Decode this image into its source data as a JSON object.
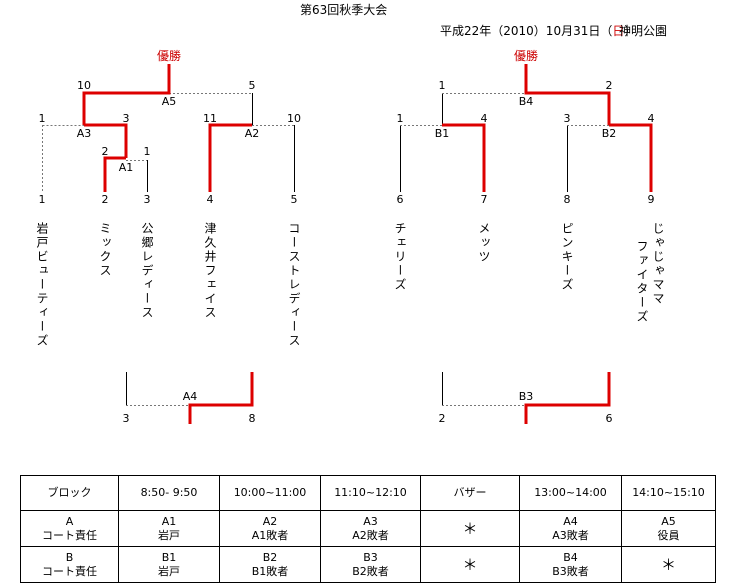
{
  "header": {
    "title": "第63回秋季大会",
    "date_prefix": "平成22年（2010）10月31日（",
    "date_day": "日",
    "date_suffix": "）",
    "venue": "神明公園"
  },
  "colors": {
    "winner_line": "#dd0000",
    "line": "#000000",
    "dashed": "#777777"
  },
  "bracket_a": {
    "champion_label": "優勝",
    "final": {
      "label": "A5",
      "left_score": "10",
      "right_score": "5"
    },
    "semi_left": {
      "label": "A3",
      "left_score": "1",
      "right_score": "3"
    },
    "semi_right": {
      "label": "A2",
      "left_score": "11",
      "right_score": "10"
    },
    "first": {
      "label": "A1",
      "left_score": "2",
      "right_score": "1"
    },
    "teams": [
      {
        "seed": "1",
        "name": "岩戸ビューティーズ"
      },
      {
        "seed": "2",
        "name": "ミックス"
      },
      {
        "seed": "3",
        "name": "公郷レディース"
      },
      {
        "seed": "4",
        "name": "津久井フェイス"
      },
      {
        "seed": "5",
        "name": "コーストレディース"
      }
    ],
    "third": {
      "label": "A4",
      "left_score": "3",
      "right_score": "8"
    }
  },
  "bracket_b": {
    "champion_label": "優勝",
    "final": {
      "label": "B4",
      "left_score": "1",
      "right_score": "2"
    },
    "semi_left": {
      "label": "B1",
      "left_score": "1",
      "right_score": "4"
    },
    "semi_right": {
      "label": "B2",
      "left_score": "3",
      "right_score": "4"
    },
    "teams": [
      {
        "seed": "6",
        "name": "チェリーズ"
      },
      {
        "seed": "7",
        "name": "メッツ"
      },
      {
        "seed": "8",
        "name": "ピンキーズ"
      },
      {
        "seed": "9",
        "name_line1": "じゃじゃママ",
        "name_line2": "ファイターズ"
      }
    ],
    "third": {
      "label": "B3",
      "left_score": "2",
      "right_score": "6"
    }
  },
  "schedule": {
    "headers": [
      "ブロック",
      "8:50- 9:50",
      "10:00~11:00",
      "11:10~12:10",
      "バザー",
      "13:00~14:00",
      "14:10~15:10"
    ],
    "rows": [
      [
        {
          "l1": "A",
          "l2": "コート責任"
        },
        {
          "l1": "A1",
          "l2": "岩戸"
        },
        {
          "l1": "A2",
          "l2": "A1敗者"
        },
        {
          "l1": "A3",
          "l2": "A2敗者"
        },
        {
          "l1": "＊",
          "l2": ""
        },
        {
          "l1": "A4",
          "l2": "A3敗者"
        },
        {
          "l1": "A5",
          "l2": "役員"
        }
      ],
      [
        {
          "l1": "B",
          "l2": "コート責任"
        },
        {
          "l1": "B1",
          "l2": "岩戸"
        },
        {
          "l1": "B2",
          "l2": "B1敗者"
        },
        {
          "l1": "B3",
          "l2": "B2敗者"
        },
        {
          "l1": "＊",
          "l2": ""
        },
        {
          "l1": "B4",
          "l2": "B3敗者"
        },
        {
          "l1": "＊",
          "l2": ""
        }
      ]
    ]
  }
}
